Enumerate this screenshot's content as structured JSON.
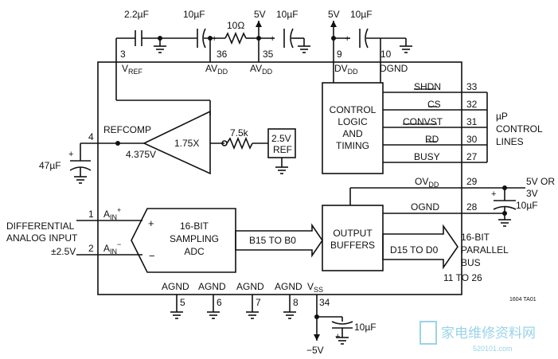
{
  "caps": {
    "c_2u2": "2.2µF",
    "c_10u_a": "10µF",
    "res_10": "10Ω",
    "supply_5v_a": "5V",
    "c_10u_b": "10µF",
    "supply_5v_b": "5V",
    "c_10u_c": "10µF",
    "c_47u": "47µF",
    "c_10u_ovdd": "10µF",
    "c_10u_vss": "10µF"
  },
  "pins": {
    "p3": "3",
    "p36": "36",
    "p35": "35",
    "p9": "9",
    "p10": "10",
    "p4": "4",
    "p1": "1",
    "p2": "2",
    "p33": "33",
    "p32": "32",
    "p31": "31",
    "p30": "30",
    "p27": "27",
    "p29": "29",
    "p28": "28",
    "p5": "5",
    "p6": "6",
    "p7": "7",
    "p8": "8",
    "p34": "34"
  },
  "labels": {
    "vref": "V",
    "vref_sub": "REF",
    "avdd1": "AV",
    "avdd1_sub": "DD",
    "avdd2": "AV",
    "avdd2_sub": "DD",
    "dvdd": "DV",
    "dvdd_sub": "DD",
    "dgnd": "DGND",
    "refcomp": "REFCOMP",
    "v4375": "4.375V",
    "gain": "1.75X",
    "r75k": "7.5k",
    "ref_line1": "2.5V",
    "ref_line2": "REF",
    "ctrl_l1": "CONTROL",
    "ctrl_l2": "LOGIC",
    "ctrl_l3": "AND",
    "ctrl_l4": "TIMING",
    "shdn": "SHDN",
    "cs": "CS",
    "convst": "CONVST",
    "rd": "RD",
    "busy": "BUSY",
    "up_l1": "µP",
    "up_l2": "CONTROL",
    "up_l3": "LINES",
    "ovdd": "OV",
    "ovdd_sub": "DD",
    "v5or": "5V OR",
    "v3": "3V",
    "ognd": "OGND",
    "adc_l1": "16-BIT",
    "adc_l2": "SAMPLING",
    "adc_l3": "ADC",
    "plus": "+",
    "minus": "−",
    "ain": "A",
    "ain_plus_sub": "IN",
    "ain_plus_sup": "+",
    "ain_minus_sub": "IN",
    "ain_minus_sup": "−",
    "diff_l1": "DIFFERENTIAL",
    "diff_l2": "ANALOG INPUT",
    "diff_l3": "±2.5V",
    "b15": "B15 TO B0",
    "ob_l1": "OUTPUT",
    "ob_l2": "BUFFERS",
    "d15": "D15 TO D0",
    "par_l1": "16-BIT",
    "par_l2": "PARALLEL",
    "par_l3": "BUS",
    "pins_11_26": "11 TO 26",
    "agnd": "AGND",
    "vss": "V",
    "vss_sub": "SS",
    "neg5v": "−5V",
    "fig_id": "1604 TA01",
    "watermark_cn": "家电维修资料网",
    "watermark_url": "520101.com"
  }
}
